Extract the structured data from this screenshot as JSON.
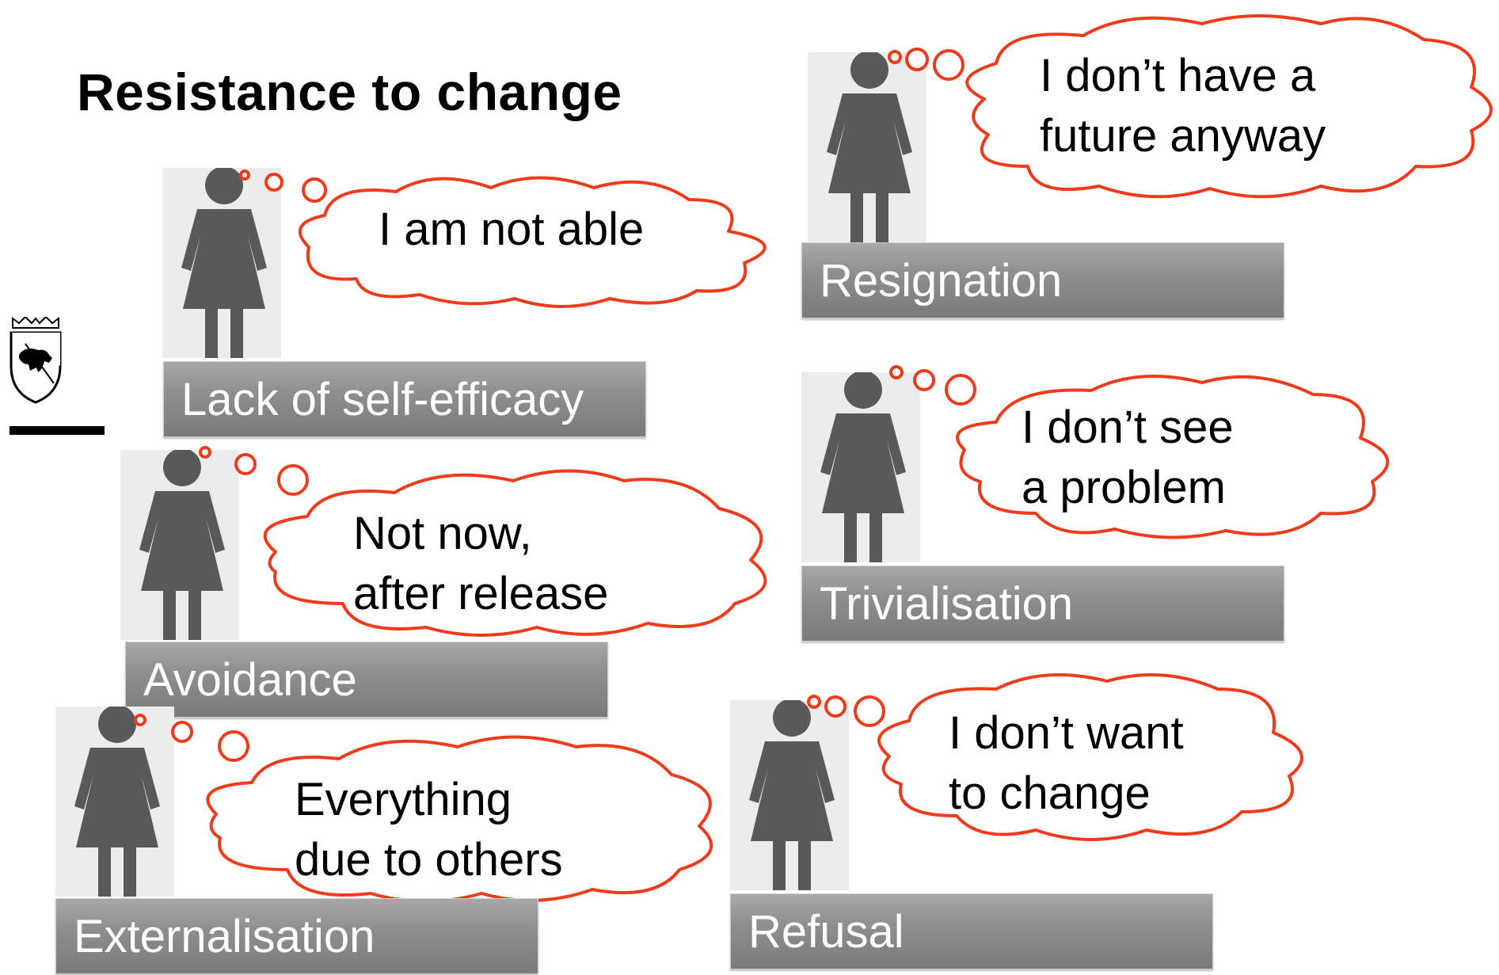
{
  "title": "Resistance to change",
  "colors": {
    "bubble_outline": "#ee3b1c",
    "figure": "#595959",
    "label_box": "#8f8f8f",
    "label_text": "#ffffff"
  },
  "items": [
    {
      "label": "Lack of self-efficacy",
      "thought_line1": "I am not able",
      "thought_line2": ""
    },
    {
      "label": "Resignation",
      "thought_line1": "I don’t have a",
      "thought_line2": "future anyway"
    },
    {
      "label": "Avoidance",
      "thought_line1": "Not now,",
      "thought_line2": "after release"
    },
    {
      "label": "Trivialisation",
      "thought_line1": "I don’t see",
      "thought_line2": "a problem"
    },
    {
      "label": "Externalisation",
      "thought_line1": "Everything",
      "thought_line2": "due to others"
    },
    {
      "label": "Refusal",
      "thought_line1": "I don’t want",
      "thought_line2": "to change"
    }
  ],
  "icons": {
    "person": "woman-figure-icon",
    "logo": "coat-of-arms-icon"
  }
}
